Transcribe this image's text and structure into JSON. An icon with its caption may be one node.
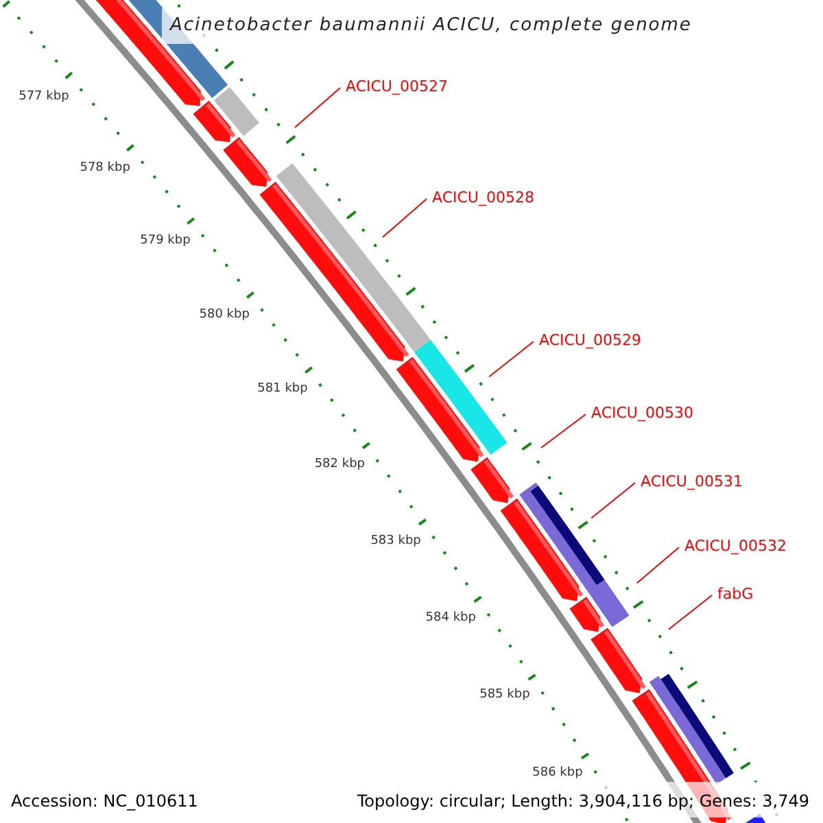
{
  "diagram": {
    "title": "Acinetobacter baumannii ACICU, complete genome",
    "nodes": [
      {
        "text": [
          "ACICU_00527"
        ]
      },
      {
        "text": [
          "ACICU_00528"
        ]
      },
      {
        "text": [
          "ACICU_00529"
        ]
      },
      {
        "text": [
          "ACICU_00530"
        ]
      },
      {
        "text": [
          "ACICU_00531"
        ]
      },
      {
        "text": [
          "ACICU_00532"
        ]
      },
      {
        "text": [
          "fabG"
        ]
      }
    ],
    "edges": [
      {
        "from": 0,
        "to": null,
        "arrow": "none"
      },
      {
        "from": 1,
        "to": null,
        "arrow": "none"
      },
      {
        "from": 2,
        "to": null,
        "arrow": "none"
      },
      {
        "from": 3,
        "to": null,
        "arrow": "none"
      },
      {
        "from": 4,
        "to": null,
        "arrow": "none"
      },
      {
        "from": 5,
        "to": null,
        "arrow": "none"
      },
      {
        "from": 6,
        "to": null,
        "arrow": "none"
      }
    ],
    "labels": [
      "577 kbp",
      "578 kbp",
      "579 kbp",
      "580 kbp",
      "581 kbp",
      "582 kbp",
      "583 kbp",
      "584 kbp",
      "585 kbp",
      "586 kbp",
      "Accession: NC_010611",
      "Topology: circular; Length: 3,904,116 bp; Genes: 3,749"
    ]
  }
}
